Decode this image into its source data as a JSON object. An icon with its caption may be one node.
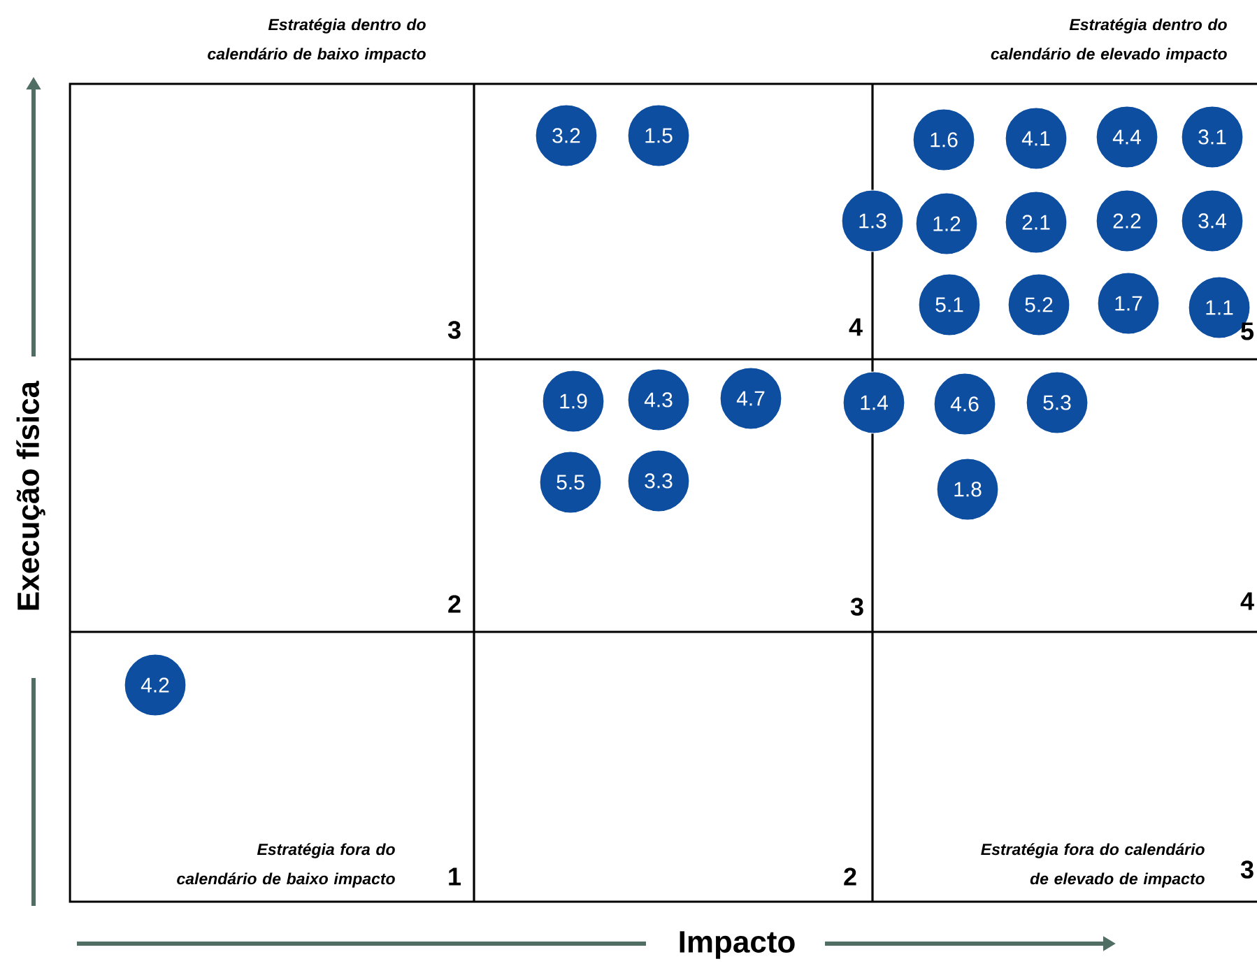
{
  "diagram": {
    "nodes": [
      {
        "text": [
          "3.2"
        ]
      },
      {
        "text": [
          "1.5"
        ]
      },
      {
        "text": [
          "1.6"
        ]
      },
      {
        "text": [
          "4.1"
        ]
      },
      {
        "text": [
          "4.4"
        ]
      },
      {
        "text": [
          "3.1"
        ]
      },
      {
        "text": [
          "1.3"
        ]
      },
      {
        "text": [
          "1.2"
        ]
      },
      {
        "text": [
          "2.1"
        ]
      },
      {
        "text": [
          "2.2"
        ]
      },
      {
        "text": [
          "3.4"
        ]
      },
      {
        "text": [
          "5.1"
        ]
      },
      {
        "text": [
          "5.2"
        ]
      },
      {
        "text": [
          "1.7"
        ]
      },
      {
        "text": [
          "1.1"
        ]
      },
      {
        "text": [
          "1.9"
        ]
      },
      {
        "text": [
          "4.3"
        ]
      },
      {
        "text": [
          "4.7"
        ]
      },
      {
        "text": [
          "1.4"
        ]
      },
      {
        "text": [
          "4.6"
        ]
      },
      {
        "text": [
          "5.3"
        ]
      },
      {
        "text": [
          "5.5"
        ]
      },
      {
        "text": [
          "3.3"
        ]
      },
      {
        "text": [
          "1.8"
        ]
      },
      {
        "text": [
          "4.2"
        ]
      }
    ],
    "labels": [
      "Estratégia dentro do calendário de baixo impacto",
      "Estratégia dentro do calendário de elevado impacto",
      "3",
      "4",
      "5",
      "2",
      "3",
      "4",
      "1",
      "2",
      "3",
      "Estratégia fora do calendário de baixo impacto",
      "Estratégia fora do calendário de elevado de impacto",
      "Execução física",
      "Impacto"
    ]
  }
}
